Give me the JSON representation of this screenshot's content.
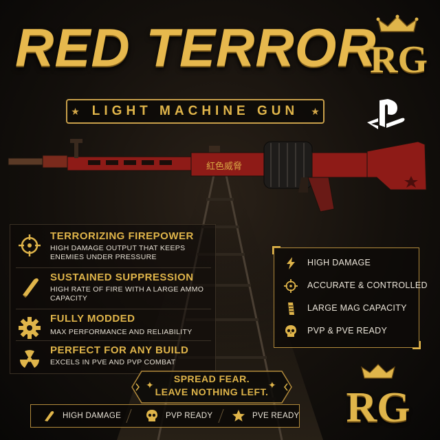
{
  "header": {
    "title": "RED TERROR",
    "logo_text": "RG",
    "subtitle": "LIGHT MACHINE GUN",
    "platform_icon": "playstation-logo"
  },
  "weapon": {
    "inscription": "紅色威脅"
  },
  "features": [
    {
      "icon": "crosshair-icon",
      "title": "TERRORIZING FIREPOWER",
      "desc": "HIGH DAMAGE OUTPUT THAT KEEPS ENEMIES UNDER PRESSURE"
    },
    {
      "icon": "bullet-icon",
      "title": "SUSTAINED SUPPRESSION",
      "desc": "HIGH RATE OF FIRE WITH A LARGE AMMO CAPACITY"
    },
    {
      "icon": "gear-icon",
      "title": "FULLY MODDED",
      "desc": "MAX PERFORMANCE AND RELIABILITY"
    },
    {
      "icon": "radiation-icon",
      "title": "PERFECT FOR ANY BUILD",
      "desc": "EXCELS IN PVE AND PVP COMBAT"
    }
  ],
  "stats": [
    {
      "icon": "lightning-icon",
      "label": "HIGH DAMAGE"
    },
    {
      "icon": "crosshair-icon",
      "label": "ACCURATE & CONTROLLED"
    },
    {
      "icon": "magazine-icon",
      "label": "LARGE MAG CAPACITY"
    },
    {
      "icon": "skull-icon",
      "label": "PVP & PVE READY"
    }
  ],
  "banner": {
    "line1": "SPREAD FEAR.",
    "line2": "LEAVE NOTHING LEFT."
  },
  "bottom_bar": [
    {
      "icon": "bullet-icon",
      "label": "HIGH DAMAGE"
    },
    {
      "icon": "skull-icon",
      "label": "PVP READY"
    },
    {
      "icon": "star-icon",
      "label": "PVE READY"
    }
  ],
  "footer_logo": "RG",
  "colors": {
    "gold": "#e0b54a",
    "red": "#8e1b17",
    "background": "#14100c"
  }
}
